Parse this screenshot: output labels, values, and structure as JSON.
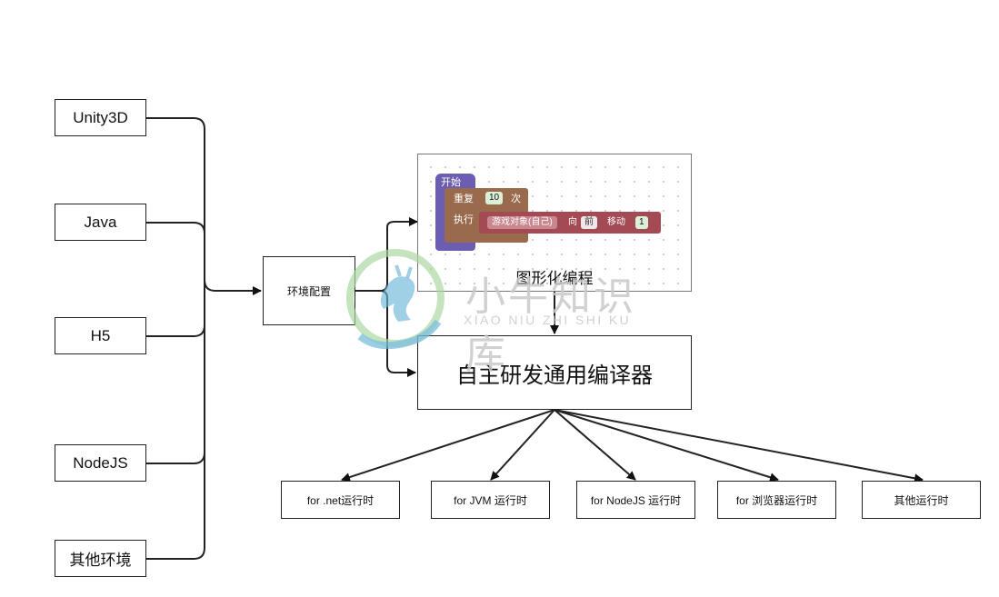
{
  "sources": [
    "Unity3D",
    "Java",
    "H5",
    "NodeJS",
    "其他环境"
  ],
  "env_config": "环境配置",
  "visual_programming": {
    "label": "图形化编程",
    "block_start": "开始",
    "block_repeat": "重复",
    "repeat_count": "10",
    "repeat_times": "次",
    "block_exec": "执行",
    "object": "游戏对象(自己)",
    "dir_word": "向",
    "direction": "前",
    "move_word": "移动",
    "move_amount": "1"
  },
  "compiler": "自主研发通用编译器",
  "targets": [
    "for .net运行时",
    "for JVM 运行时",
    "for NodeJS 运行时",
    "for 浏览器运行时",
    "其他运行时"
  ],
  "watermark": {
    "title": "小牛知识库",
    "subtitle": "XIAO NIU ZHI SHI KU"
  }
}
